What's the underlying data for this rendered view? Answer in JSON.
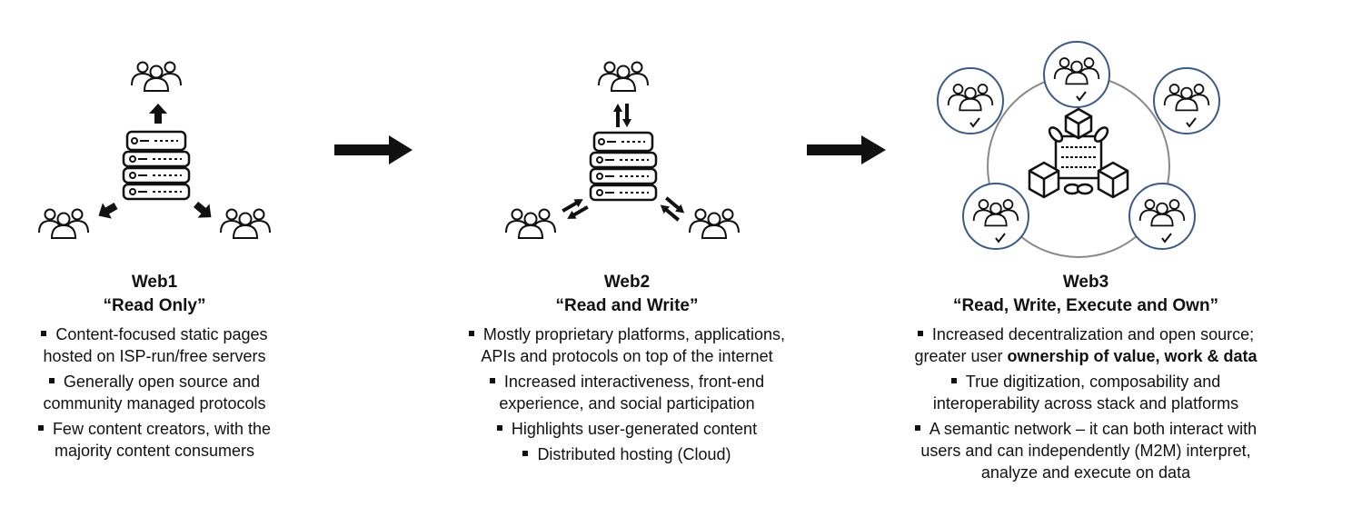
{
  "columns": [
    {
      "title": "Web1",
      "subtitle": "“Read Only”",
      "bullets": [
        [
          "Content-focused static pages",
          "hosted on ISP-run/free servers"
        ],
        [
          "Generally open source and",
          "community managed protocols"
        ],
        [
          "Few content creators, with the",
          "majority content consumers"
        ]
      ]
    },
    {
      "title": "Web2",
      "subtitle": "“Read and Write”",
      "bullets": [
        [
          "Mostly proprietary platforms, applications,",
          "APIs and protocols on top of the internet"
        ],
        [
          "Increased interactiveness, front-end",
          "experience, and social participation"
        ],
        [
          "Highlights user-generated content"
        ],
        [
          "Distributed hosting (Cloud)"
        ]
      ]
    },
    {
      "title": "Web3",
      "subtitle": "“Read, Write, Execute and Own”",
      "bullet1_line1": "Increased decentralization and open source;",
      "bullet1_line2_plain": "greater user ",
      "bullet1_line2_bold": "ownership of value, work & data",
      "bullets": [
        [
          "True digitization, composability and",
          "interoperability across stack and platforms"
        ],
        [
          "A semantic network – it can both interact with",
          "users and can independently (M2M) interpret,",
          "analyze and execute on data"
        ]
      ]
    }
  ],
  "icons": [
    "users-icon",
    "server-icon",
    "arrow-icon",
    "bidirectional-arrow-icon",
    "blockchain-icon",
    "checkmark-icon"
  ],
  "colors": {
    "ink": "#111111",
    "ring": "#3a5a8c"
  }
}
